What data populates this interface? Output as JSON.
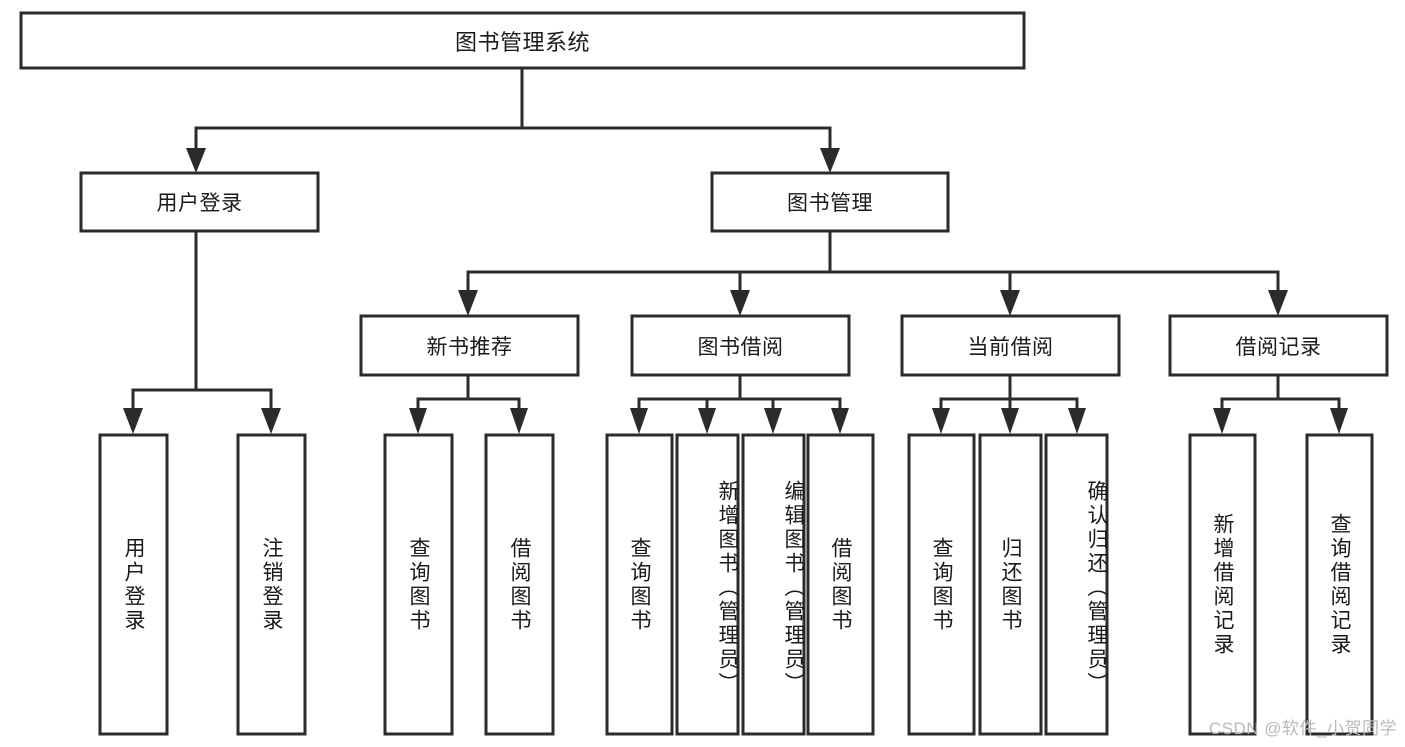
{
  "diagram": {
    "title": "图书管理系统",
    "type": "tree-hierarchy-diagram",
    "background_color": "#ffffff",
    "stroke_color": "#2b2b2b",
    "text_color": "#1a1a1a"
  },
  "root": {
    "label": "图书管理系统"
  },
  "level2": [
    {
      "label": "用户登录"
    },
    {
      "label": "图书管理"
    }
  ],
  "level3": [
    {
      "label": "新书推荐"
    },
    {
      "label": "图书借阅"
    },
    {
      "label": "当前借阅"
    },
    {
      "label": "借阅记录"
    }
  ],
  "leaves": {
    "user_login": [
      {
        "label": "用户登录"
      },
      {
        "label": "注销登录"
      }
    ],
    "new_book_recommend": [
      {
        "label": "查询图书"
      },
      {
        "label": "借阅图书"
      }
    ],
    "book_borrow": [
      {
        "label": "查询图书"
      },
      {
        "label": "新增图书（管理员）"
      },
      {
        "label": "编辑图书（管理员）"
      },
      {
        "label": "借阅图书"
      }
    ],
    "current_borrow": [
      {
        "label": "查询图书"
      },
      {
        "label": "归还图书"
      },
      {
        "label": "确认归还（管理员）"
      }
    ],
    "borrow_record": [
      {
        "label": "新增借阅记录"
      },
      {
        "label": "查询借阅记录"
      }
    ]
  },
  "watermark": {
    "text": "CSDN @软件_小贺同学",
    "color": "#b9b9b9"
  }
}
